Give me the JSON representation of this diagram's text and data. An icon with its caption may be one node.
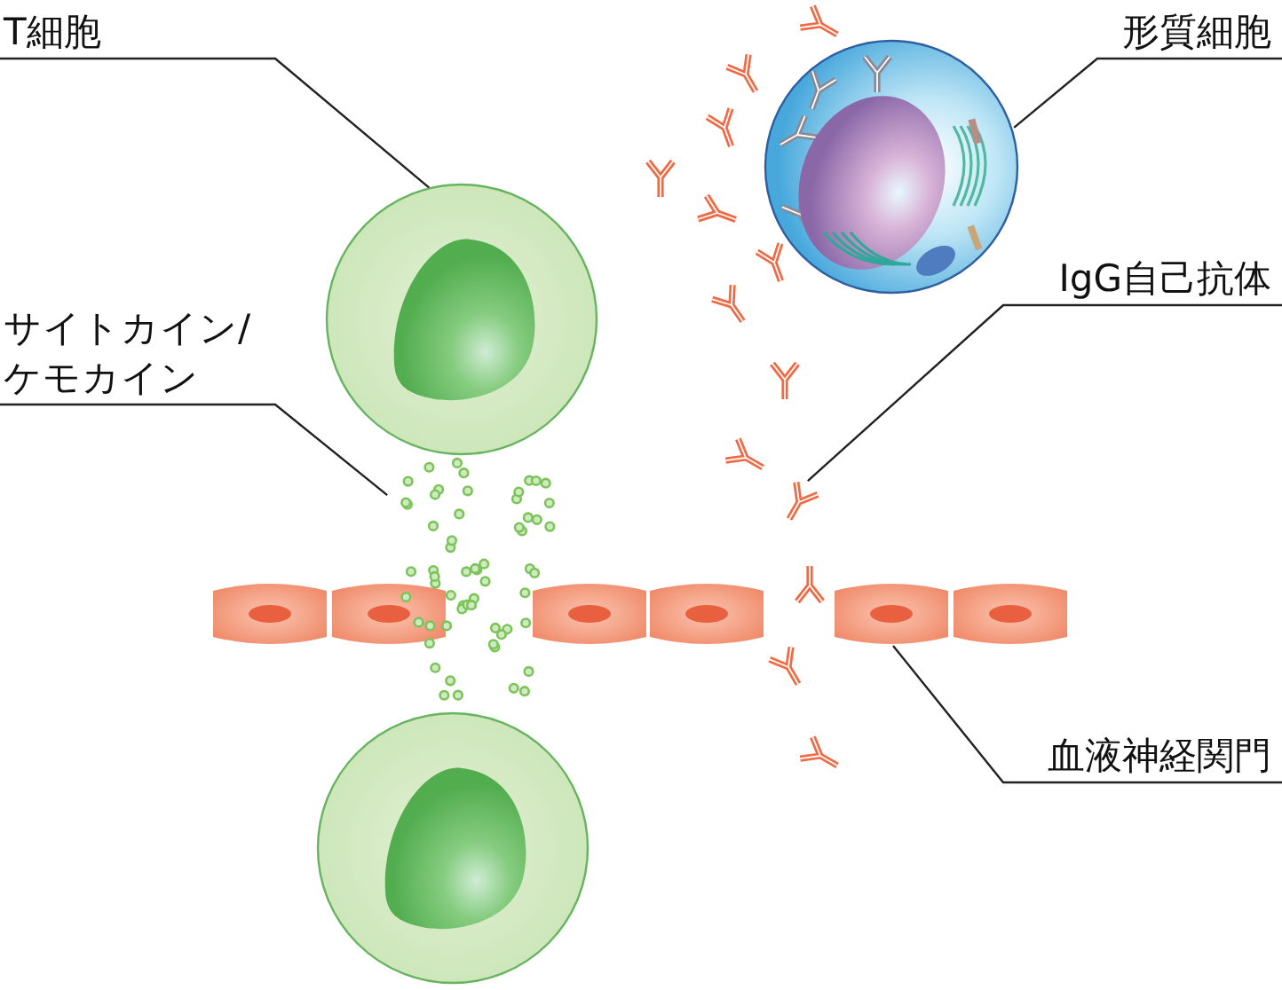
{
  "diagram": {
    "nodes": [
      {
        "text": [
          "T細胞"
        ]
      },
      {
        "text": [],
        "shape": "picture"
      },
      {
        "text": [
          "サイトカイン/ケモカイン"
        ]
      },
      {
        "text": [],
        "shape": "picture"
      },
      {
        "text": [
          "形質細胞"
        ]
      },
      {
        "text": [],
        "shape": "picture"
      },
      {
        "text": [
          "IgG自己抗体"
        ]
      },
      {
        "text": [],
        "shape": "picture"
      },
      {
        "text": [
          "血液神経関門"
        ]
      },
      {
        "text": [],
        "shape": "picture"
      }
    ],
    "edges": [
      {
        "from": 0,
        "to": 1,
        "arrow": "none"
      },
      {
        "from": 2,
        "to": 3,
        "arrow": "none"
      },
      {
        "from": 4,
        "to": 5,
        "arrow": "none"
      },
      {
        "from": 6,
        "to": 7,
        "arrow": "none"
      },
      {
        "from": 8,
        "to": 9,
        "arrow": "none"
      }
    ]
  }
}
